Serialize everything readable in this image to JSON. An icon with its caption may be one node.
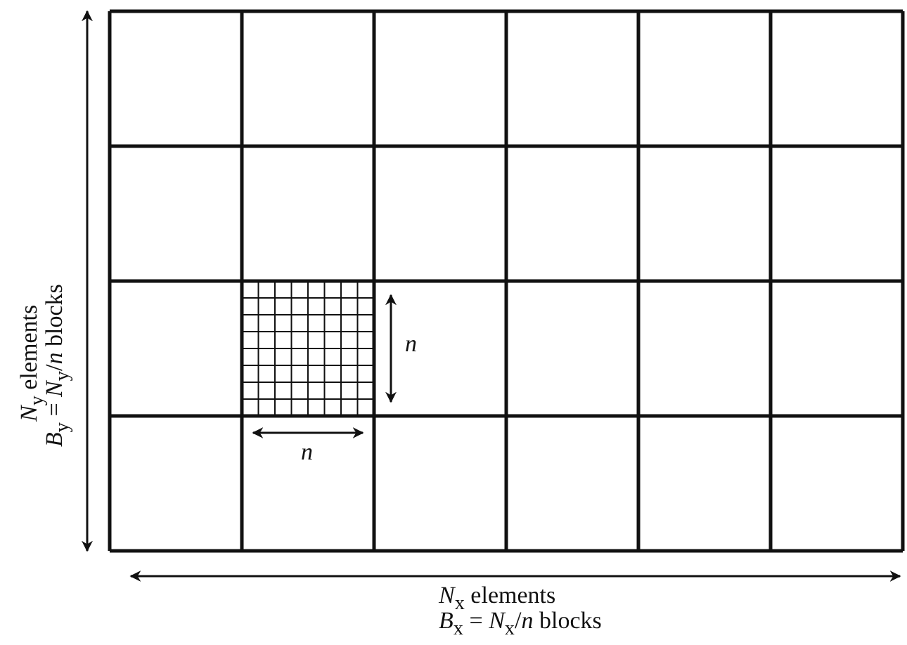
{
  "diagram": {
    "labels": [
      "*N*$_{y}$ elements",
      "*B*$_{y}$ = *N*$_{y}$/*n* blocks",
      "*n*",
      "*n*",
      "*N*$_{x}$ elements",
      "*B*$_{x}$ = *N*$_{x}$/*n* blocks"
    ]
  }
}
